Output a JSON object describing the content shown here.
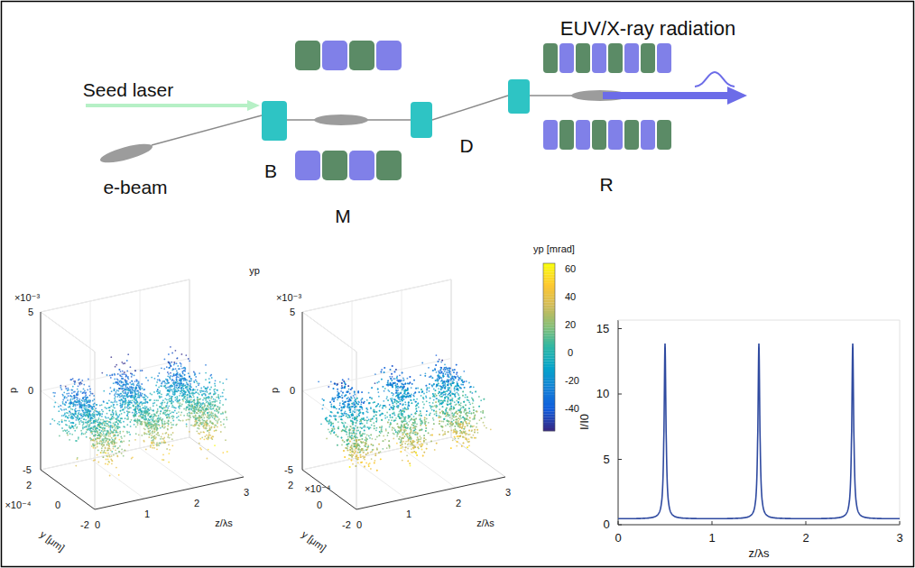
{
  "diagram": {
    "labels": [
      "EUV/X-ray radiation",
      "Seed laser",
      "B",
      "e-beam",
      "M",
      "D",
      "R",
      "×10⁻³",
      "5",
      "0",
      "-5",
      "p",
      "×10⁻⁴",
      "2",
      "0",
      "-2",
      "y [μm]",
      "0",
      "1",
      "2",
      "3",
      "z/λs",
      "yp",
      "×10⁻³",
      "5",
      "0",
      "-5",
      "p",
      "2",
      "×10⁻⁴",
      "0",
      "-2",
      "y [μm]",
      "0",
      "1",
      "2",
      "3",
      "z/λs",
      "yp [mrad]",
      "60",
      "40",
      "20",
      "0",
      "-20",
      "-40",
      "15",
      "10",
      "5",
      "0",
      "I/I0",
      "0",
      "1",
      "2",
      "3",
      "z/λs"
    ]
  }
}
